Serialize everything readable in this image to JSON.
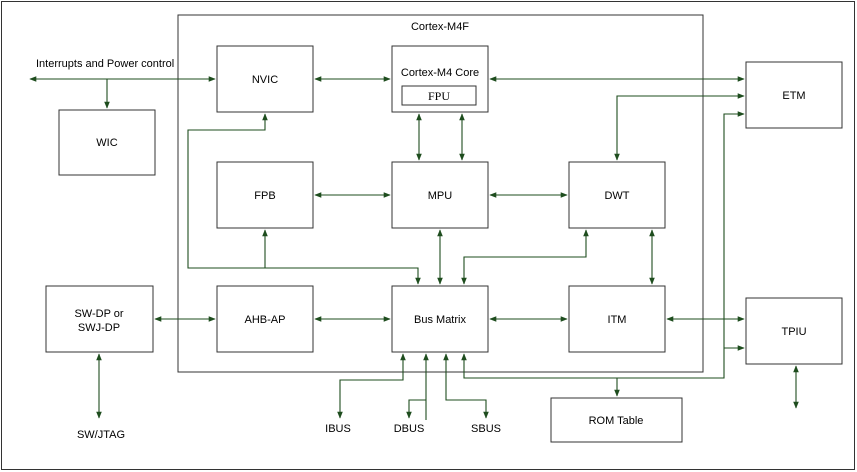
{
  "colors": {
    "line": "#1e4d1e",
    "border": "#333333",
    "background": "#ffffff"
  },
  "labels": {
    "container": "Cortex-M4F",
    "interrupts": "Interrupts and Power control",
    "wic": "WIC",
    "nvic": "NVIC",
    "core": "Cortex-M4 Core",
    "fpu": "FPU",
    "etm": "ETM",
    "fpb": "FPB",
    "mpu": "MPU",
    "dwt": "DWT",
    "swdp_line1": "SW-DP or",
    "swdp_line2": "SWJ-DP",
    "ahbap": "AHB-AP",
    "bus_matrix": "Bus Matrix",
    "itm": "ITM",
    "tpiu": "TPIU",
    "swjtag": "SW/JTAG",
    "ibus": "IBUS",
    "dbus": "DBUS",
    "sbus": "SBUS",
    "rom_table": "ROM Table"
  }
}
